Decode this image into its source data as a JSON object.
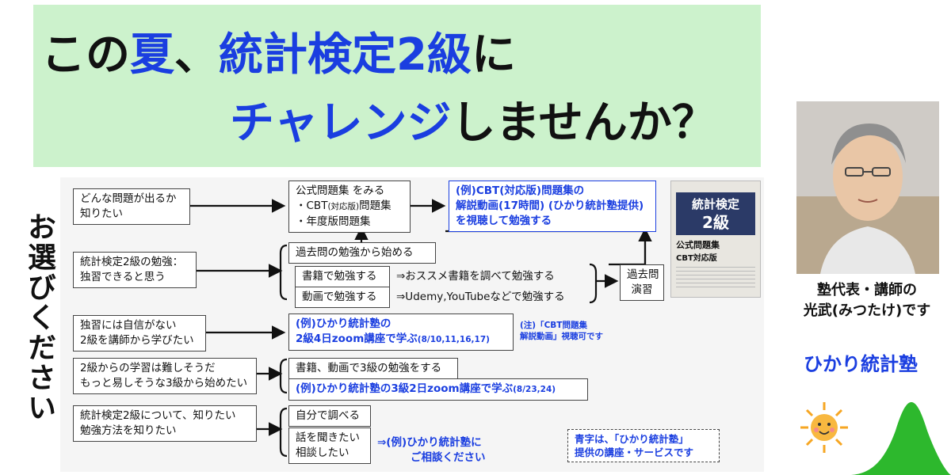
{
  "headline": {
    "line1_a": "この",
    "line1_b": "夏",
    "line1_c": "、",
    "line1_d": "統計検定2級",
    "line1_e": "に",
    "line2_a": "チャレンジ",
    "line2_b": "しませんか？"
  },
  "side_label": "お選びください",
  "rows": {
    "q1": [
      "どんな問題が出るか",
      "知りたい"
    ],
    "q2": [
      "統計検定2級の勉強：",
      "独習できると思う"
    ],
    "q3": [
      "独習には自信がない",
      "2級を講師から学びたい"
    ],
    "q4": [
      "2級からの学習は難しそうだ",
      "もっと易しそうな3級から始めたい"
    ],
    "q5": [
      "統計検定2級について、知りたい",
      "勉強方法を知りたい"
    ]
  },
  "boxes": {
    "official": [
      "公式問題集 をみる",
      "・CBT",
      "(対応版)",
      "問題集",
      "・年度版問題集"
    ],
    "video": [
      "(例)CBT(対応版)問題集の",
      "解説動画(17時間) (ひかり統計塾提供)",
      "を視聴して勉強する"
    ],
    "past_start": "過去問の勉強から始める",
    "book_study": "書籍で勉強する",
    "book_arrow": "⇒おススメ書籍を調べて勉強する",
    "video_study": "動画で勉強する",
    "video_arrow": "⇒Udemy,YouTubeなどで勉強する",
    "past_practice": [
      "過去問",
      "演習"
    ],
    "zoom2": [
      "(例)ひかり統計塾の",
      "2級4日zoom講座で学ぶ",
      "(8/10,11,16,17)"
    ],
    "note": [
      "(注)「CBT問題集",
      "解説動画」視聴可です"
    ],
    "level3_self": "書籍、動画で3級の勉強をする",
    "zoom3": [
      "(例)ひかり統計塾の3級2日zoom講座で学ぶ",
      "(8/23,24)"
    ],
    "self_research": "自分で調べる",
    "consult": [
      "話を聞きたい",
      "相談したい"
    ],
    "consult_arrow": [
      "⇒(例)ひかり統計塾に",
      "ご相談ください"
    ],
    "legend": [
      "青字は、「ひかり統計塾」",
      "提供の講座・サービスです"
    ]
  },
  "book": {
    "top": "統計検定 2級",
    "title": "統計検定",
    "grade": "2級",
    "sub": "公式問題集",
    "edition": "CBT対応版"
  },
  "presenter": {
    "caption_line1": "塾代表・講師の",
    "caption_line2": "光武(みつたけ)です",
    "school": "ひかり統計塾"
  },
  "colors": {
    "banner": "#ccf2cc",
    "accent_blue": "#1a3ee0",
    "curve": "#2db82d",
    "sun": "#f6a623"
  }
}
